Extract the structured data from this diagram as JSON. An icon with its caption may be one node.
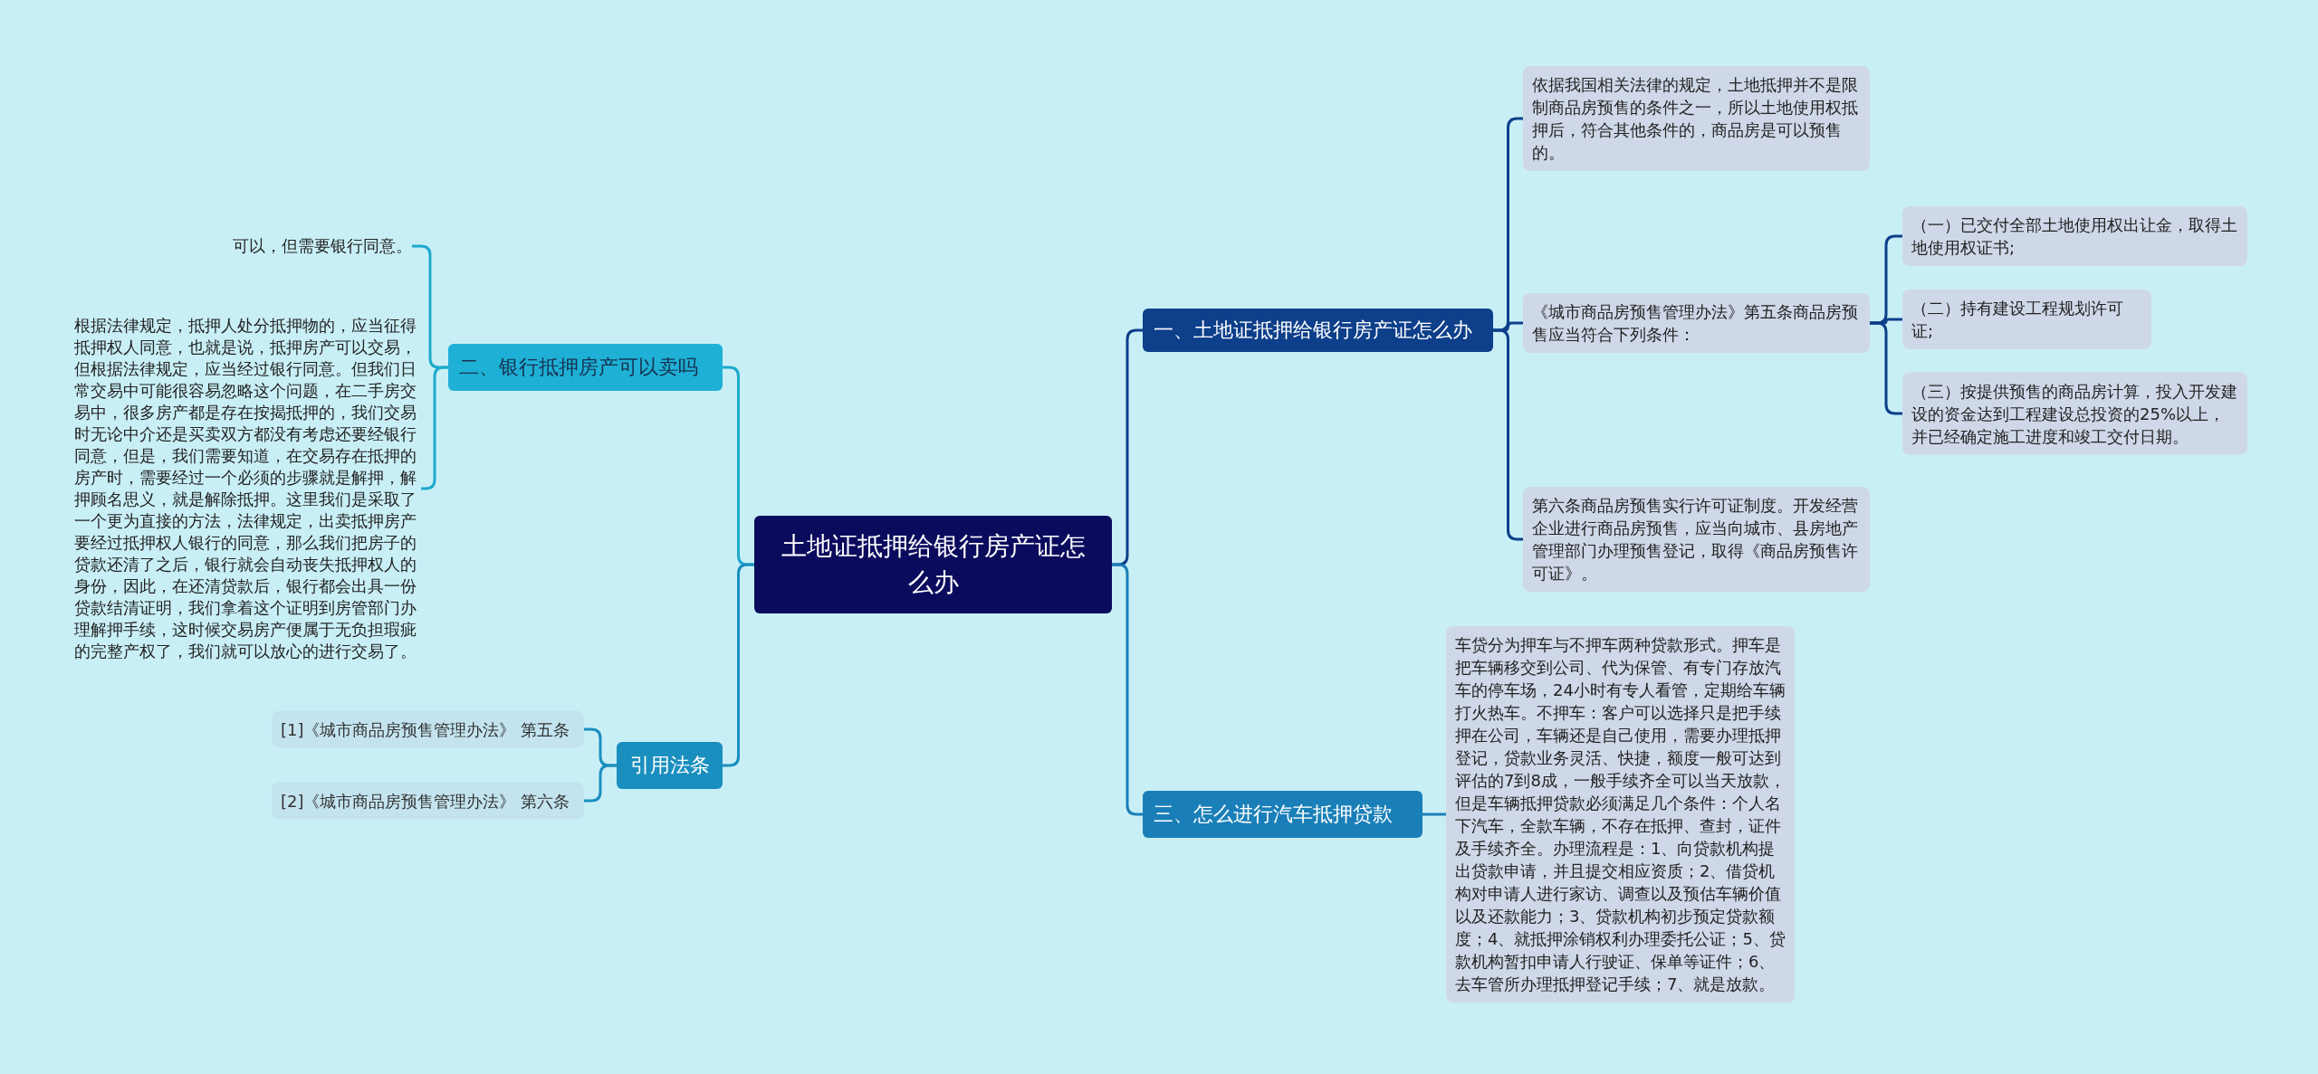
{
  "diagram": {
    "nodes": [
      {
        "text": [
          "土地证抵押给银行房产证怎么办"
        ]
      },
      {
        "text": [
          "一、土地证抵押给银行房产证怎么办"
        ]
      },
      {
        "text": [
          "依据我国相关法律的规定，土地抵押并不是限制商品房预售的条件之一，所以土地使用权抵押后，符合其他条件的，商品房是可以预售的。"
        ]
      },
      {
        "text": [
          "《城市商品房预售管理办法》第五条商品房预售应当符合下列条件："
        ]
      },
      {
        "text": [
          "（一）已交付全部土地使用权出让金，取得土地使用权证书;"
        ]
      },
      {
        "text": [
          "（二）持有建设工程规划许可证;"
        ]
      },
      {
        "text": [
          "（三）按提供预售的商品房计算，投入开发建设的资金达到工程建设总投资的25%以上，并已经确定施工进度和竣工交付日期。"
        ]
      },
      {
        "text": [
          "第六条商品房预售实行许可证制度。开发经营企业进行商品房预售，应当向城市、县房地产管理部门办理预售登记，取得《商品房预售许可证》。"
        ]
      },
      {
        "text": [
          "三、怎么进行汽车抵押贷款"
        ]
      },
      {
        "text": [
          "车贷分为押车与不押车两种贷款形式。押车是把车辆移交到公司、代为保管、有专门存放汽车的停车场，24小时有专人看管，定期给车辆打火热车。不押车：客户可以选择只是把手续押在公司，车辆还是自己使用，需要办理抵押登记，贷款业务灵活、快捷，额度一般可达到评估的7到8成，一般手续齐全可以当天放款，但是车辆抵押贷款必须满足几个条件：个人名下汽车，全款车辆，不存在抵押、查封，证件及手续齐全。办理流程是：1、向贷款机构提出贷款申请，并且提交相应资质；2、借贷机构对申请人进行家访、调查以及预估车辆价值以及还款能力；3、贷款机构初步预定贷款额度；4、就抵押涂销权利办理委托公证；5、贷款机构暂扣申请人行驶证、保单等证件；6、去车管所办理抵押登记手续；7、就是放款。"
        ]
      },
      {
        "text": [
          "二、银行抵押房产可以卖吗"
        ]
      },
      {
        "text": [
          "可以，但需要银行同意。"
        ]
      },
      {
        "text": [
          "根据法律规定，抵押人处分抵押物的，应当征得抵押权人同意，也就是说，抵押房产可以交易，但根据法律规定，应当经过银行同意。但我们日常交易中可能很容易忽略这个问题，在二手房交易中，很多房产都是存在按揭抵押的，我们交易时无论中介还是买卖双方都没有考虑还要经银行同意，但是，我们需要知道，在交易存在抵押的房产时，需要经过一个必须的步骤就是解押，解押顾名思义，就是解除抵押。这里我们是采取了一个更为直接的方法，法律规定，出卖抵押房产要经过抵押权人银行的同意，那么我们把房子的贷款还清了之后，银行就会自动丧失抵押权人的身份，因此，在还清贷款后，银行都会出具一份贷款结清证明，我们拿着这个证明到房管部门办理解押手续，这时候交易房产便属于无负担瑕疵的完整产权了，我们就可以放心的进行交易了。"
        ]
      },
      {
        "text": [
          "引用法条"
        ]
      },
      {
        "text": [
          "[1]《城市商品房预售管理办法》 第五条"
        ]
      },
      {
        "text": [
          "[2]《城市商品房预售管理办法》 第六条"
        ]
      }
    ],
    "edges": [
      {
        "from": 0,
        "to": 1,
        "arrow": "none"
      },
      {
        "from": 1,
        "to": 2,
        "arrow": "none"
      },
      {
        "from": 1,
        "to": 3,
        "arrow": "none"
      },
      {
        "from": 3,
        "to": 4,
        "arrow": "none"
      },
      {
        "from": 3,
        "to": 5,
        "arrow": "none"
      },
      {
        "from": 3,
        "to": 6,
        "arrow": "none"
      },
      {
        "from": 1,
        "to": 7,
        "arrow": "none"
      },
      {
        "from": 0,
        "to": 8,
        "arrow": "none",
        "color": "#1a7fb8"
      },
      {
        "from": 8,
        "to": 9,
        "arrow": "none",
        "color": "#1a7fb8"
      },
      {
        "from": 0,
        "to": 10,
        "arrow": "none",
        "color": "#1fa9cc"
      },
      {
        "from": 10,
        "to": 11,
        "arrow": "none",
        "color": "#1fa9cc"
      },
      {
        "from": 10,
        "to": 12,
        "arrow": "none",
        "color": "#1fa9cc"
      },
      {
        "from": 0,
        "to": 13,
        "arrow": "none",
        "color": "#1a8fbf"
      },
      {
        "from": 13,
        "to": 14,
        "arrow": "none",
        "color": "#1a8fbf"
      },
      {
        "from": 13,
        "to": 15,
        "arrow": "none",
        "color": "#1a8fbf"
      }
    ]
  }
}
